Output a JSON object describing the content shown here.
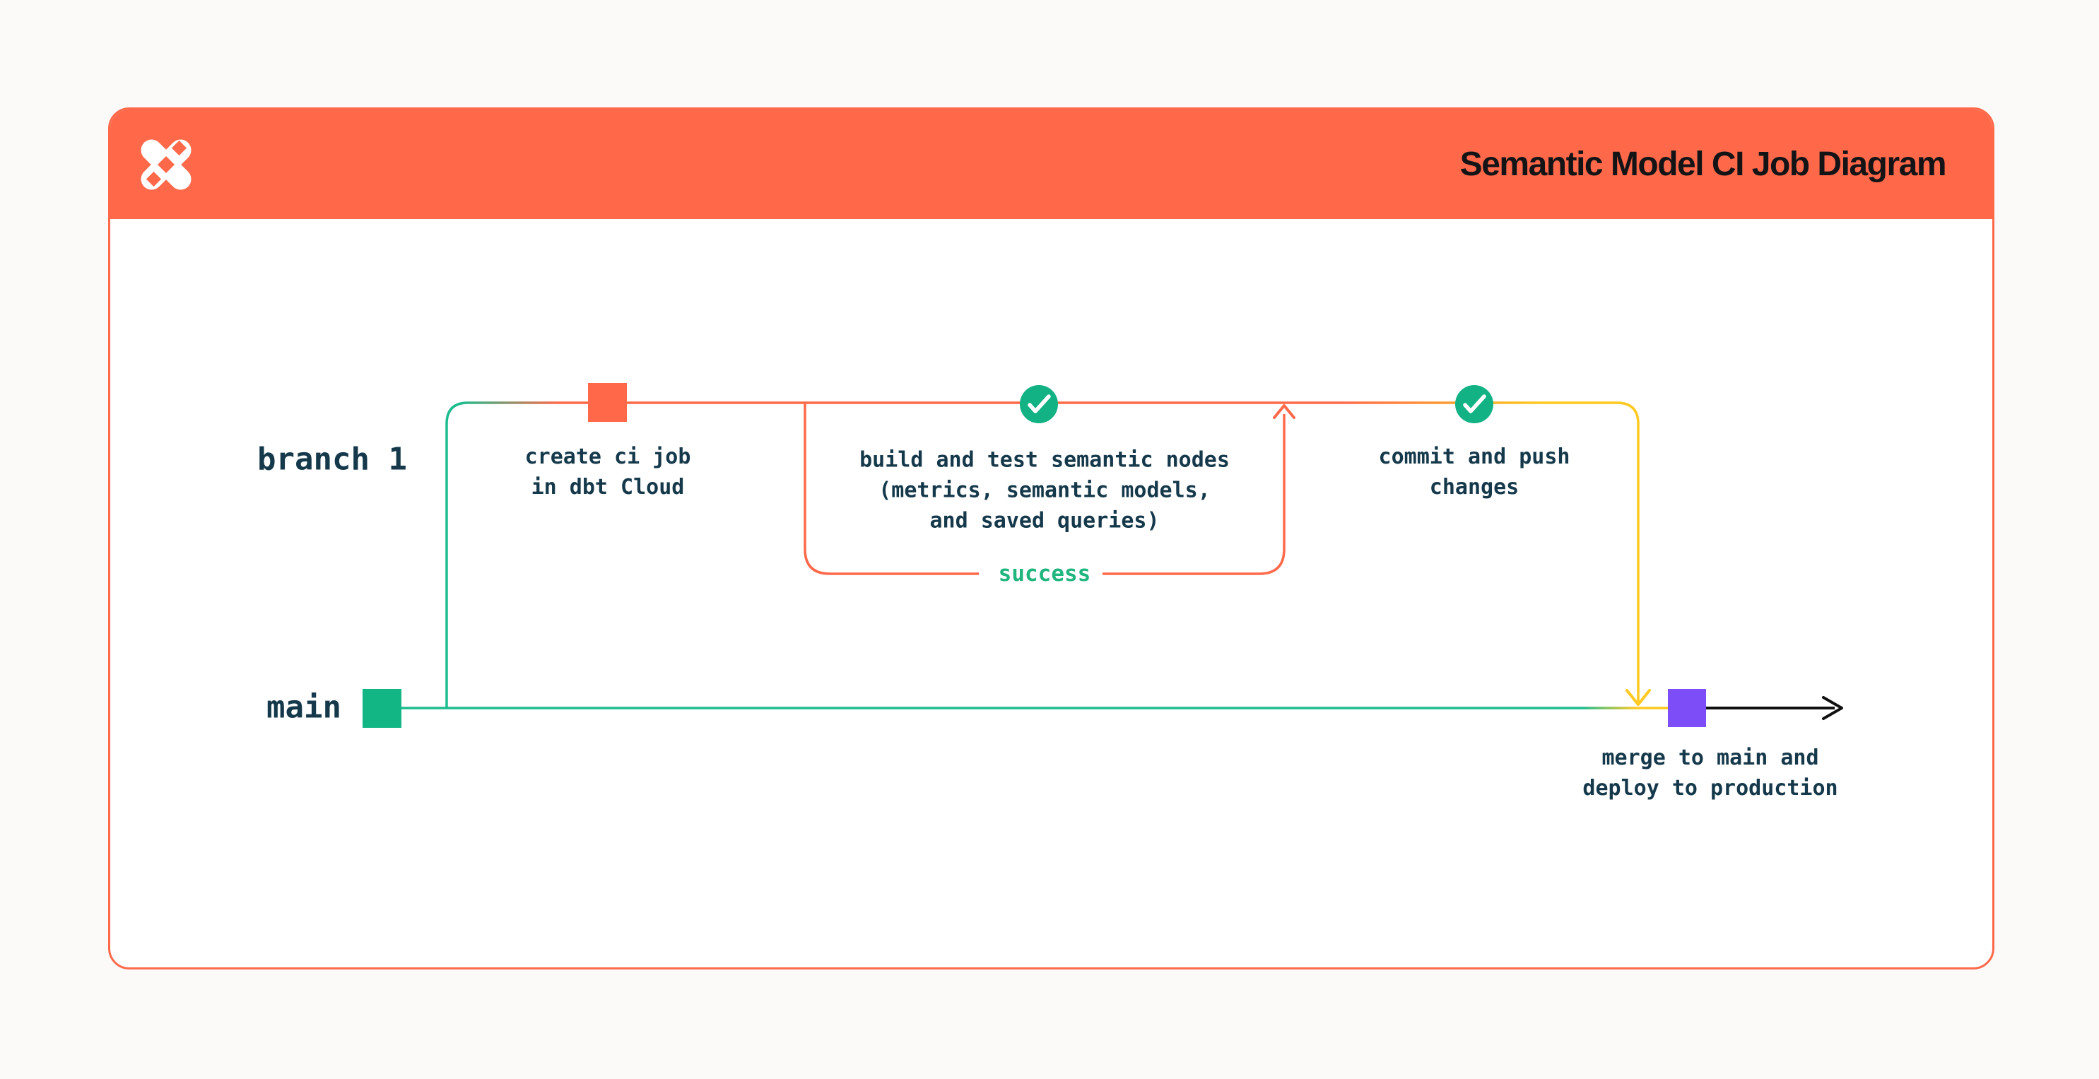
{
  "header": {
    "title": "Semantic Model CI Job Diagram",
    "logo": "dbt-logo"
  },
  "diagram": {
    "lanes": {
      "branch": "branch 1",
      "main": "main"
    },
    "steps": {
      "create_ci": {
        "line1": "create ci job",
        "line2": "in dbt Cloud"
      },
      "build_test": {
        "line1": "build and test semantic nodes",
        "line2": "(metrics, semantic models,",
        "line3": "and saved queries)"
      },
      "success_label": "success",
      "commit_push": {
        "line1": "commit and push",
        "line2": "changes"
      },
      "merge": {
        "line1": "merge to main and",
        "line2": "deploy to production"
      }
    },
    "icons": {
      "check_1": "check-circle",
      "check_2": "check-circle"
    },
    "colors": {
      "orange": "#FF694A",
      "green_line": "#1DBC8E",
      "green_node": "#12B584",
      "check_green": "#12B284",
      "success_green": "#1FB57E",
      "yellow": "#FFC91F",
      "purple": "#7D4DF7",
      "text_dark": "#15394B",
      "title_dark": "#141417",
      "card_bg": "#FFFFFF",
      "page_bg": "#FBFAF8"
    }
  }
}
